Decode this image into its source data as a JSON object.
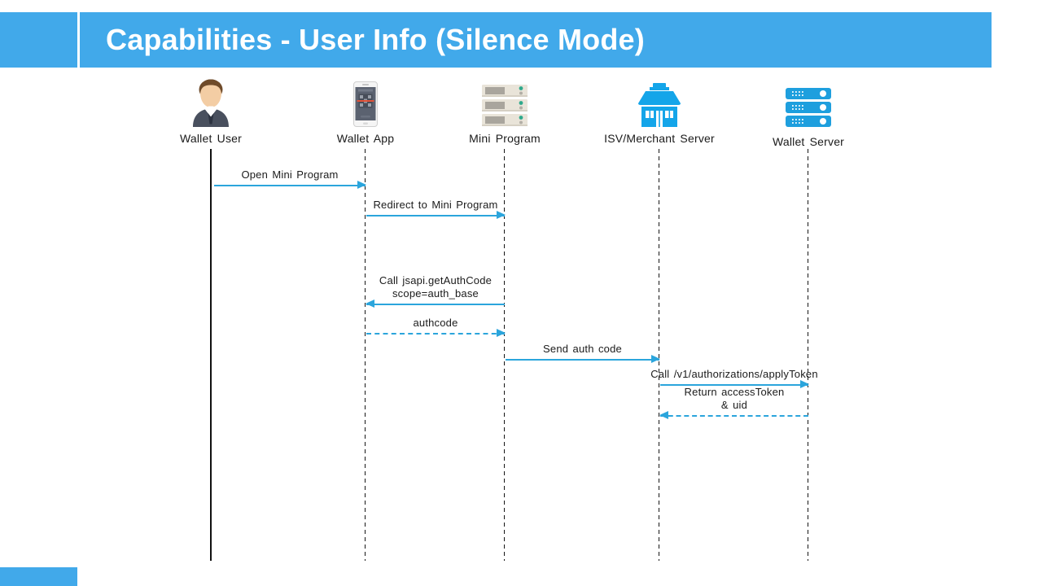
{
  "slide": {
    "title": "Capabilities - User Info (Silence Mode)"
  },
  "colors": {
    "banner": "#41A9EA",
    "arrow": "#2BA5DC",
    "store-icon": "#14A5E9",
    "server-icon": "#1E9FDE"
  },
  "actors": [
    {
      "label": "Wallet User",
      "icon": "person-icon"
    },
    {
      "label": "Wallet App",
      "icon": "smartphone-qr-icon"
    },
    {
      "label": "Mini Program",
      "icon": "server-stack-icon"
    },
    {
      "label": "ISV/Merchant Server",
      "icon": "store-icon"
    },
    {
      "label": "Wallet Server",
      "icon": "blue-server-stack-icon"
    }
  ],
  "messages": [
    {
      "from": "Wallet User",
      "to": "Wallet App",
      "label": "Open Mini Program",
      "style": "solid",
      "direction": "right"
    },
    {
      "from": "Wallet App",
      "to": "Mini Program",
      "label": "Redirect to Mini Program",
      "style": "solid",
      "direction": "right"
    },
    {
      "from": "Mini Program",
      "to": "Wallet App",
      "label": "Call jsapi.getAuthCode",
      "label2": "scope=auth_base",
      "style": "solid",
      "direction": "left"
    },
    {
      "from": "Wallet App",
      "to": "Mini Program",
      "label": "authcode",
      "style": "dashed",
      "direction": "right"
    },
    {
      "from": "Mini Program",
      "to": "ISV/Merchant Server",
      "label": "Send auth code",
      "style": "solid",
      "direction": "right"
    },
    {
      "from": "ISV/Merchant Server",
      "to": "Wallet Server",
      "label": "Call /v1/authorizations/applyToken",
      "style": "solid",
      "direction": "right"
    },
    {
      "from": "Wallet Server",
      "to": "ISV/Merchant Server",
      "label": "Return accessToken",
      "label2": "& uid",
      "style": "dashed",
      "direction": "left"
    }
  ]
}
